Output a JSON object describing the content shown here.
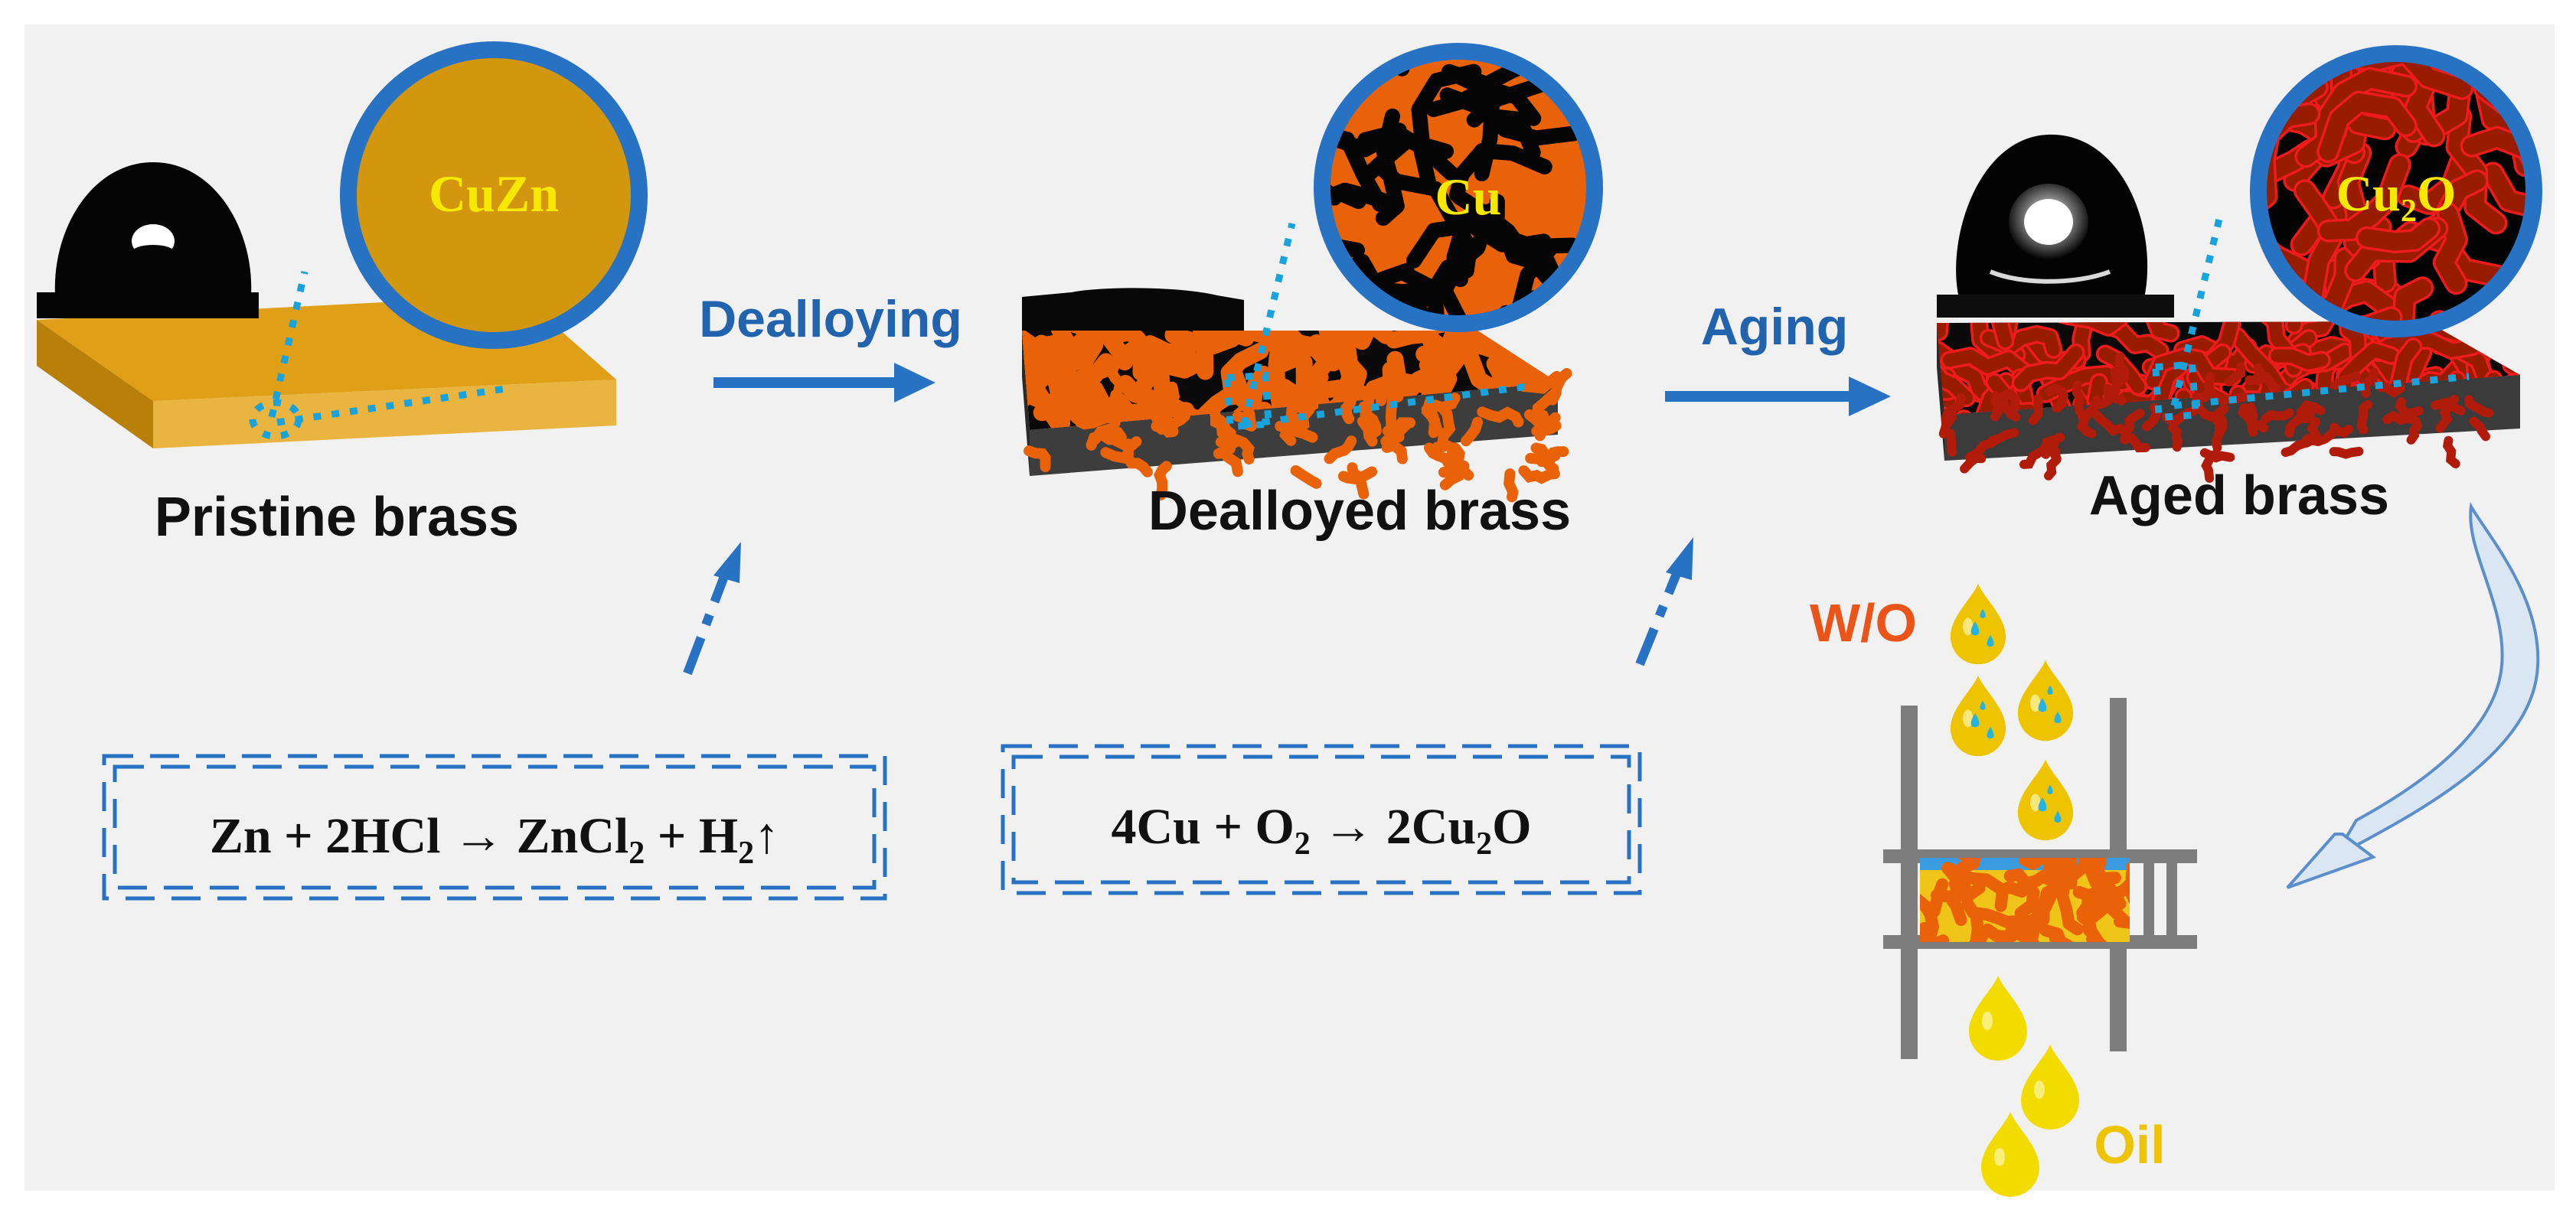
{
  "colors": {
    "background": "#f1f1f1",
    "accent_blue": "#2872c4",
    "dotted_blue": "#19a3dc",
    "brass": "#dfa017",
    "brass_dark": "#b98009",
    "dealloyed_cu": "#ea6208",
    "aged_cu2o": "#981c00",
    "aged_outline": "#ee1b1b",
    "label_yellow": "#f6e800",
    "wo_orange": "#ea5418",
    "oil_yellow": "#eec400",
    "water_blue": "#23b4e4",
    "frame_gray": "#7d7d7d",
    "text_dark": "#111111"
  },
  "stages": [
    {
      "caption": "Pristine brass",
      "circle_label": "CuZn"
    },
    {
      "caption": "Dealloyed brass",
      "circle_label": "Cu"
    },
    {
      "caption": "Aged brass",
      "circle_label": "Cu",
      "circle_label_sub": "2",
      "circle_label_tail": "O"
    }
  ],
  "steps": [
    {
      "label": "Dealloying"
    },
    {
      "label": "Aging"
    }
  ],
  "equations": [
    {
      "text_a": "Zn + 2HCl → ZnCl",
      "sub_a": "2",
      "text_b": " + H",
      "sub_b": "2",
      "text_c": "↑"
    },
    {
      "text_a": "4Cu + O",
      "sub_a": "2",
      "text_b": " → 2Cu",
      "sub_b": "2",
      "text_c": "O"
    }
  ],
  "separation": {
    "feed_label": "W/O",
    "output_label": "Oil"
  },
  "icons": [
    "water-droplet-icon",
    "dotted-arrow-icon",
    "curved-arrow-icon",
    "oil-drop-icon",
    "wo-emulsion-drop-icon"
  ]
}
